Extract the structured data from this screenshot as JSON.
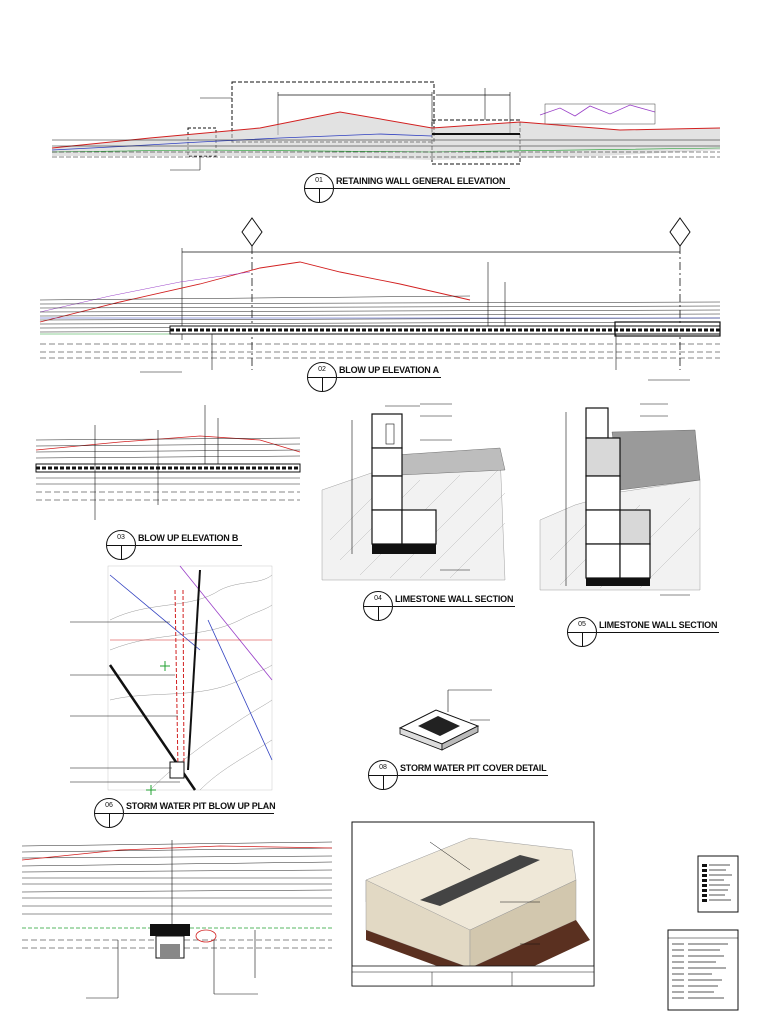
{
  "views": {
    "v01": {
      "number": "01",
      "title": "RETAINING WALL GENERAL ELEVATION"
    },
    "v02": {
      "number": "02",
      "title": "BLOW UP ELEVATION A"
    },
    "v03": {
      "number": "03",
      "title": "BLOW UP ELEVATION B"
    },
    "v04": {
      "number": "04",
      "title": "LIMESTONE WALL SECTION"
    },
    "v05": {
      "number": "05",
      "title": "LIMESTONE WALL SECTION"
    },
    "v06": {
      "number": "06",
      "title": "STORM WATER PIT BLOW UP PLAN"
    },
    "v08": {
      "number": "08",
      "title": "STORM WATER PIT COVER DETAIL"
    }
  },
  "colors": {
    "ink": "#111111",
    "red": "#d22020",
    "blue": "#3040c0",
    "green": "#20a030",
    "purple": "#9a40c8",
    "soil": "#5a3020",
    "stone": "#e8e4da"
  }
}
